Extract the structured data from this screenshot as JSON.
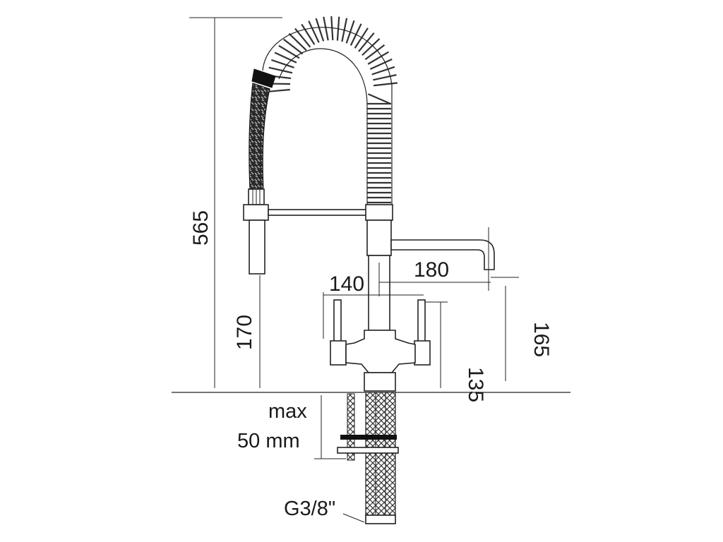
{
  "dimensions": {
    "total_height": "565",
    "spray_height": "170",
    "handle_span": "140",
    "spout_reach": "180",
    "handle_height": "135",
    "spout_height": "165",
    "deck_max_1": "max",
    "deck_max_2": "50 mm",
    "thread": "G3/8\""
  }
}
